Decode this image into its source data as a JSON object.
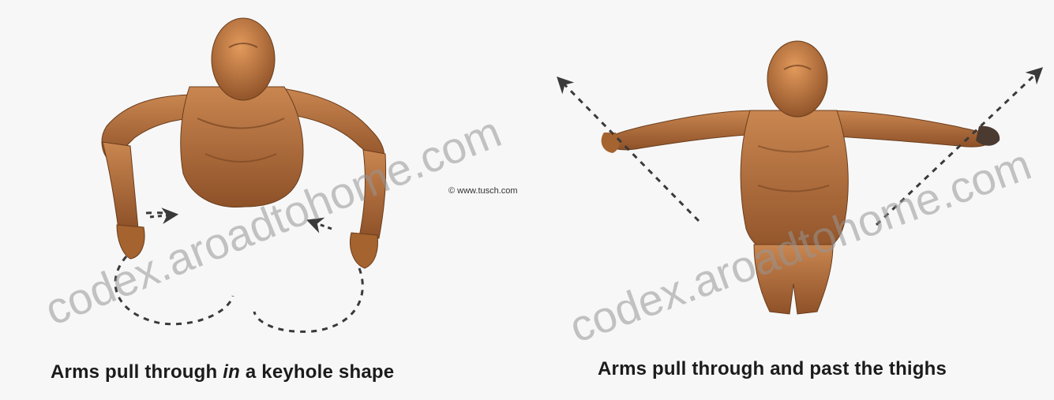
{
  "captions": {
    "left_prefix": "Arms pull through ",
    "left_emphasis": "in",
    "left_suffix": " a keyhole shape",
    "right": "Arms pull through and past the thighs"
  },
  "watermark": "codex.aroadtohome.com",
  "credit": "© www.tusch.com",
  "colors": {
    "skin_dark": "#9a5a2e",
    "skin_light": "#d08850",
    "arrow": "#3a3a3a"
  }
}
